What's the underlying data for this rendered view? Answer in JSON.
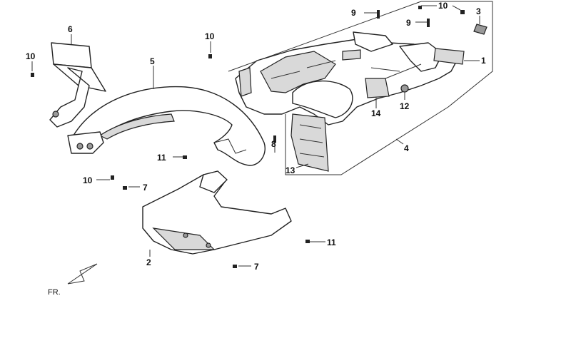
{
  "callouts": {
    "c1": "1",
    "c2": "2",
    "c3": "3",
    "c4": "4",
    "c5": "5",
    "c6": "6",
    "c7a": "7",
    "c7b": "7",
    "c8": "8",
    "c9a": "9",
    "c9b": "9",
    "c10a": "10",
    "c10b": "10",
    "c10c": "10",
    "c10d": "10",
    "c11a": "11",
    "c11b": "11",
    "c12": "12",
    "c13": "13",
    "c14": "14"
  },
  "direction_label": "FR."
}
